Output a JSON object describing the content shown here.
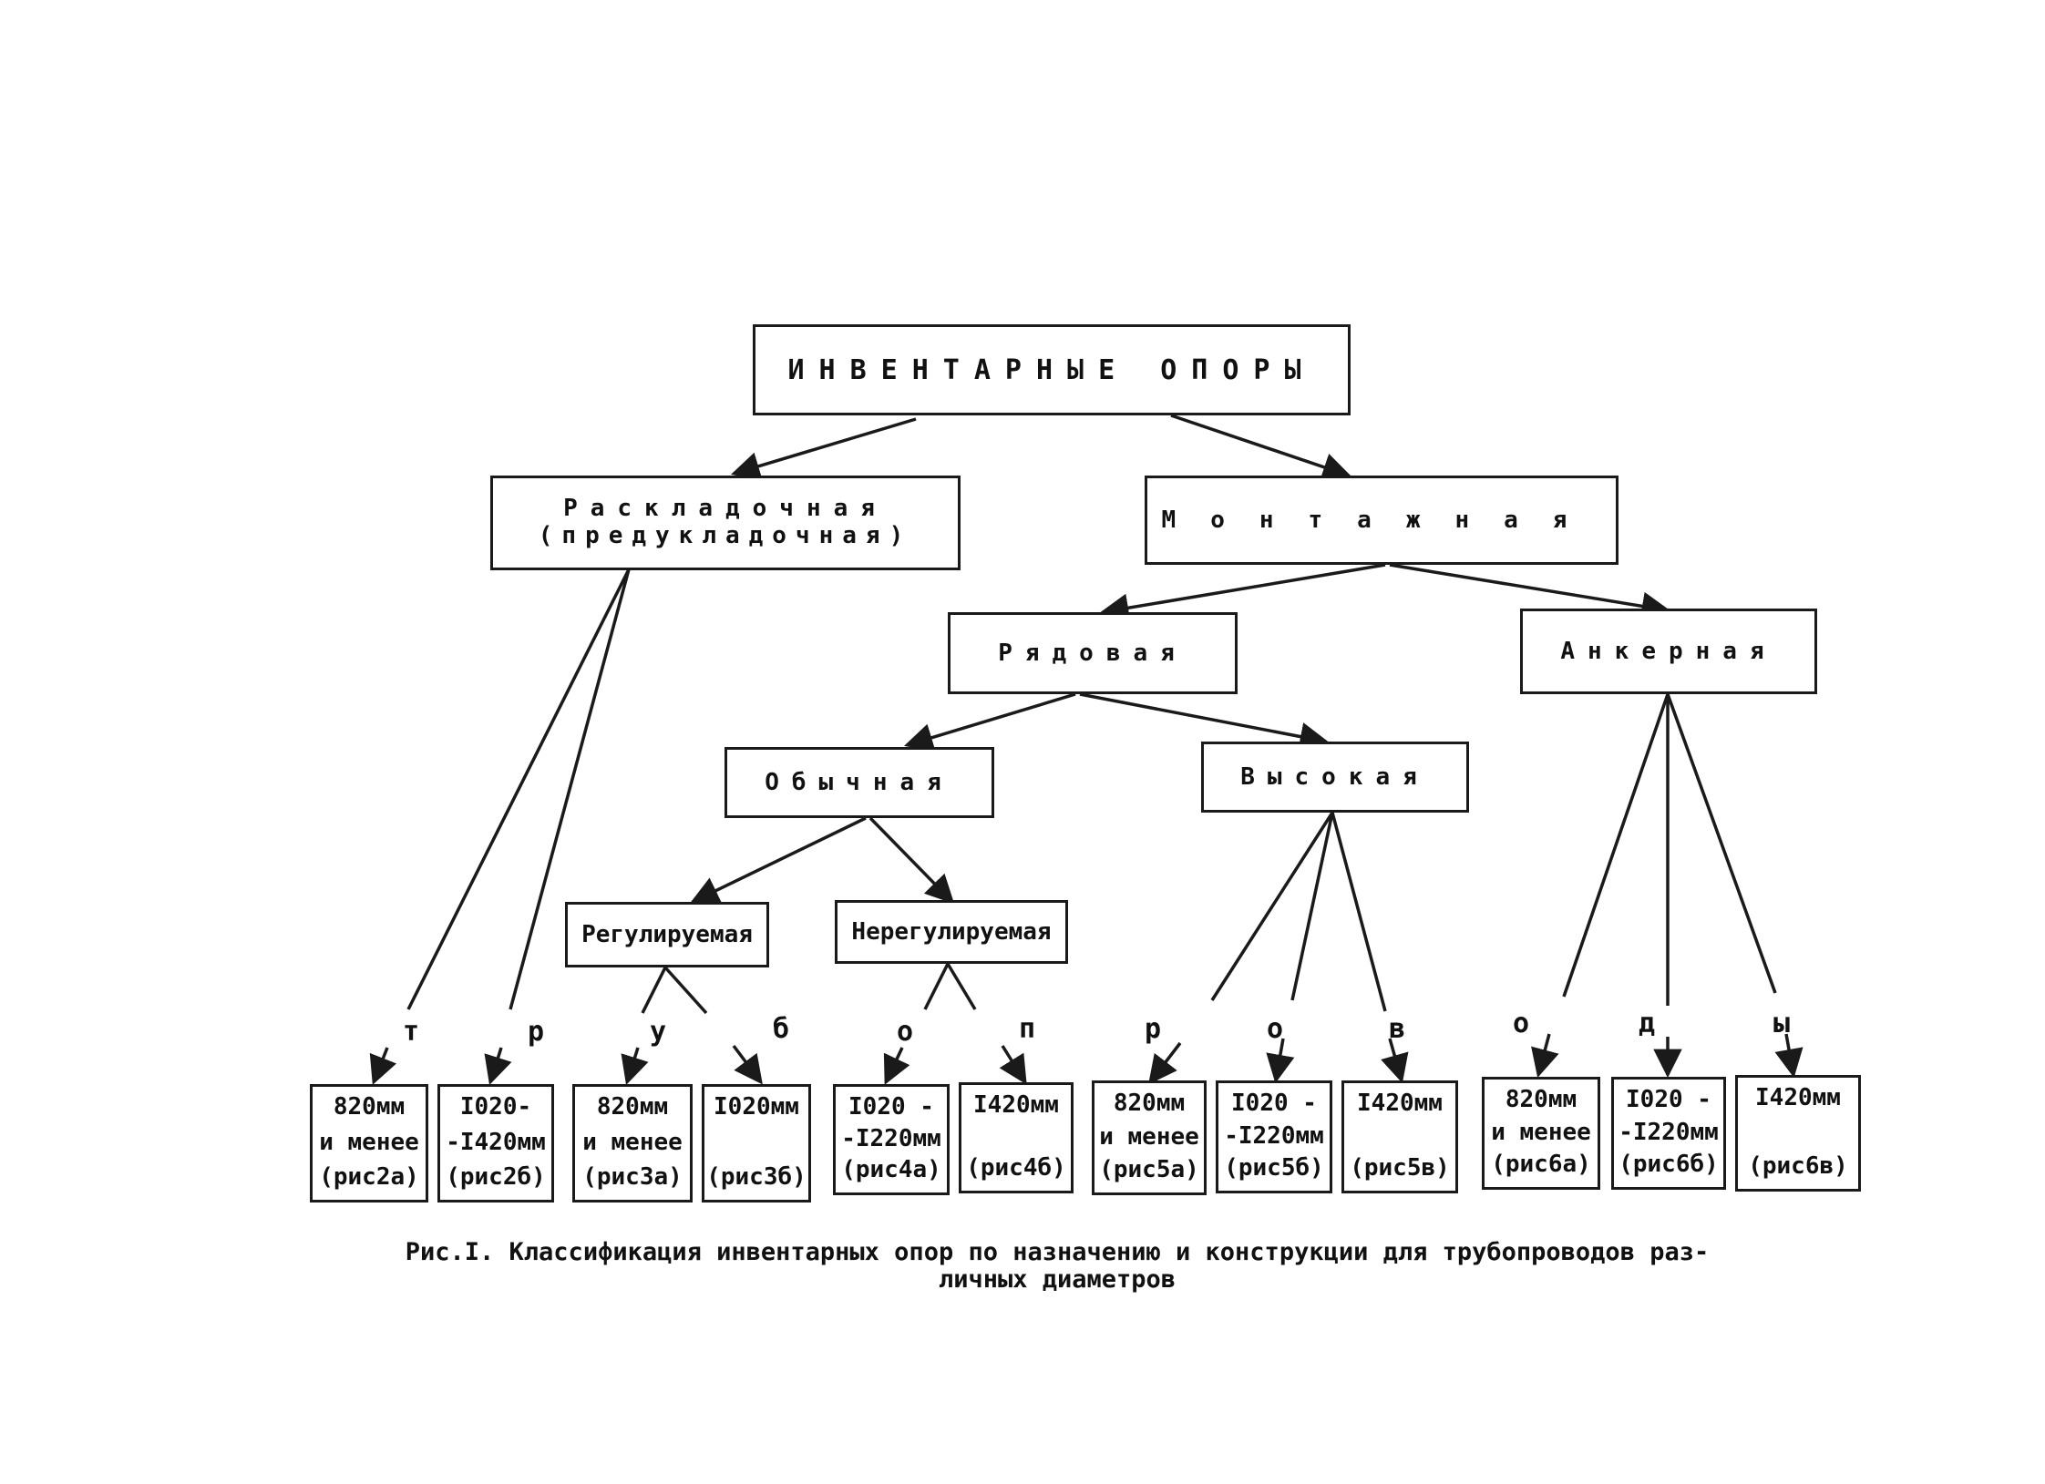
{
  "nodes": {
    "root": "ИНВЕНТАРНЫЕ ОПОРЫ",
    "raskladochnaya_line1": "Раскладочная",
    "raskladochnaya_line2": "(предукладочная)",
    "montazhnaya": "Монтажная",
    "ryadovaya": "Рядовая",
    "ankernaya": "Анкерная",
    "obychnaya": "Обычная",
    "vysokaya": "Высокая",
    "reguliruemaya": "Регулируемая",
    "nereguliruemaya": "Нерегулируемая"
  },
  "letters": [
    "т",
    "р",
    "у",
    "б",
    "о",
    "п",
    "р",
    "о",
    "в",
    "о",
    "д",
    "ы"
  ],
  "leaves": [
    {
      "l1": "820мм",
      "l2": "и менее",
      "l3": "(рис2а)"
    },
    {
      "l1": "I020-",
      "l2": "-I420мм",
      "l3": "(рис2б)"
    },
    {
      "l1": "820мм",
      "l2": "и менее",
      "l3": "(рис3а)"
    },
    {
      "l1": "I020мм",
      "l2": "",
      "l3": "(рис3б)"
    },
    {
      "l1": "I020 -",
      "l2": "-I220мм",
      "l3": "(рис4а)"
    },
    {
      "l1": "I420мм",
      "l2": "",
      "l3": "(рис4б)"
    },
    {
      "l1": "820мм",
      "l2": "и менее",
      "l3": "(рис5а)"
    },
    {
      "l1": "I020 -",
      "l2": "-I220мм",
      "l3": "(рис5б)"
    },
    {
      "l1": "I420мм",
      "l2": "",
      "l3": "(рис5в)"
    },
    {
      "l1": "820мм",
      "l2": "и менее",
      "l3": "(рис6а)"
    },
    {
      "l1": "I020 -",
      "l2": "-I220мм",
      "l3": "(рис6б)"
    },
    {
      "l1": "I420мм",
      "l2": "",
      "l3": "(рис6в)"
    }
  ],
  "caption": {
    "line1": "Рис.I. Классификация инвентарных опор по назначению и конструкции для трубопроводов раз-",
    "line2": "личных диаметров"
  }
}
